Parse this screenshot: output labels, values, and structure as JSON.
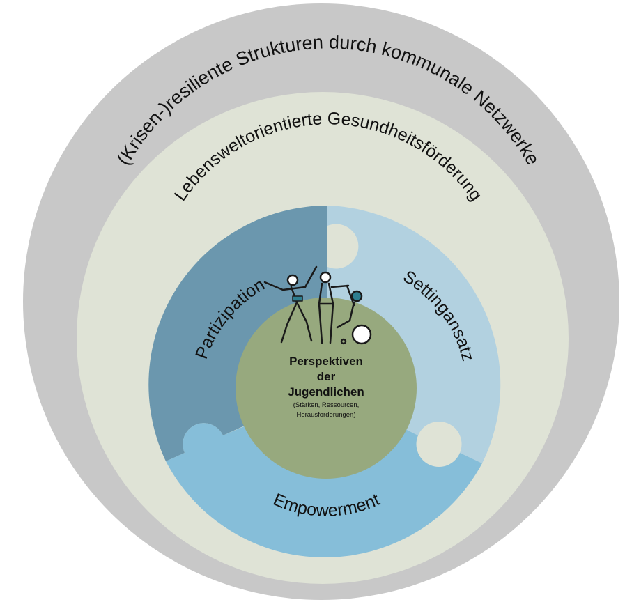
{
  "rings": {
    "outer": {
      "label": "(Krisen-)resiliente Strukturen durch kommunale Netzwerke",
      "color": "#c8c8c8"
    },
    "middle": {
      "label": "Lebensweltorientierte Gesundheitsförderung",
      "color": "#dfe3d6"
    }
  },
  "segments": {
    "left": {
      "label": "Partizipation",
      "color": "#6b97ae"
    },
    "right": {
      "label": "Settingansatz",
      "color": "#b2d1e0"
    },
    "bottom": {
      "label": "Empowerment",
      "color": "#86bed9"
    }
  },
  "center": {
    "title_lines": [
      "Perspektiven",
      "der",
      "Jugendlichen"
    ],
    "subtitle_lines": [
      "(Stärken, Ressourcen,",
      "Herausforderungen)"
    ],
    "color": "#97a97e",
    "icon": "youth-group-icon"
  }
}
